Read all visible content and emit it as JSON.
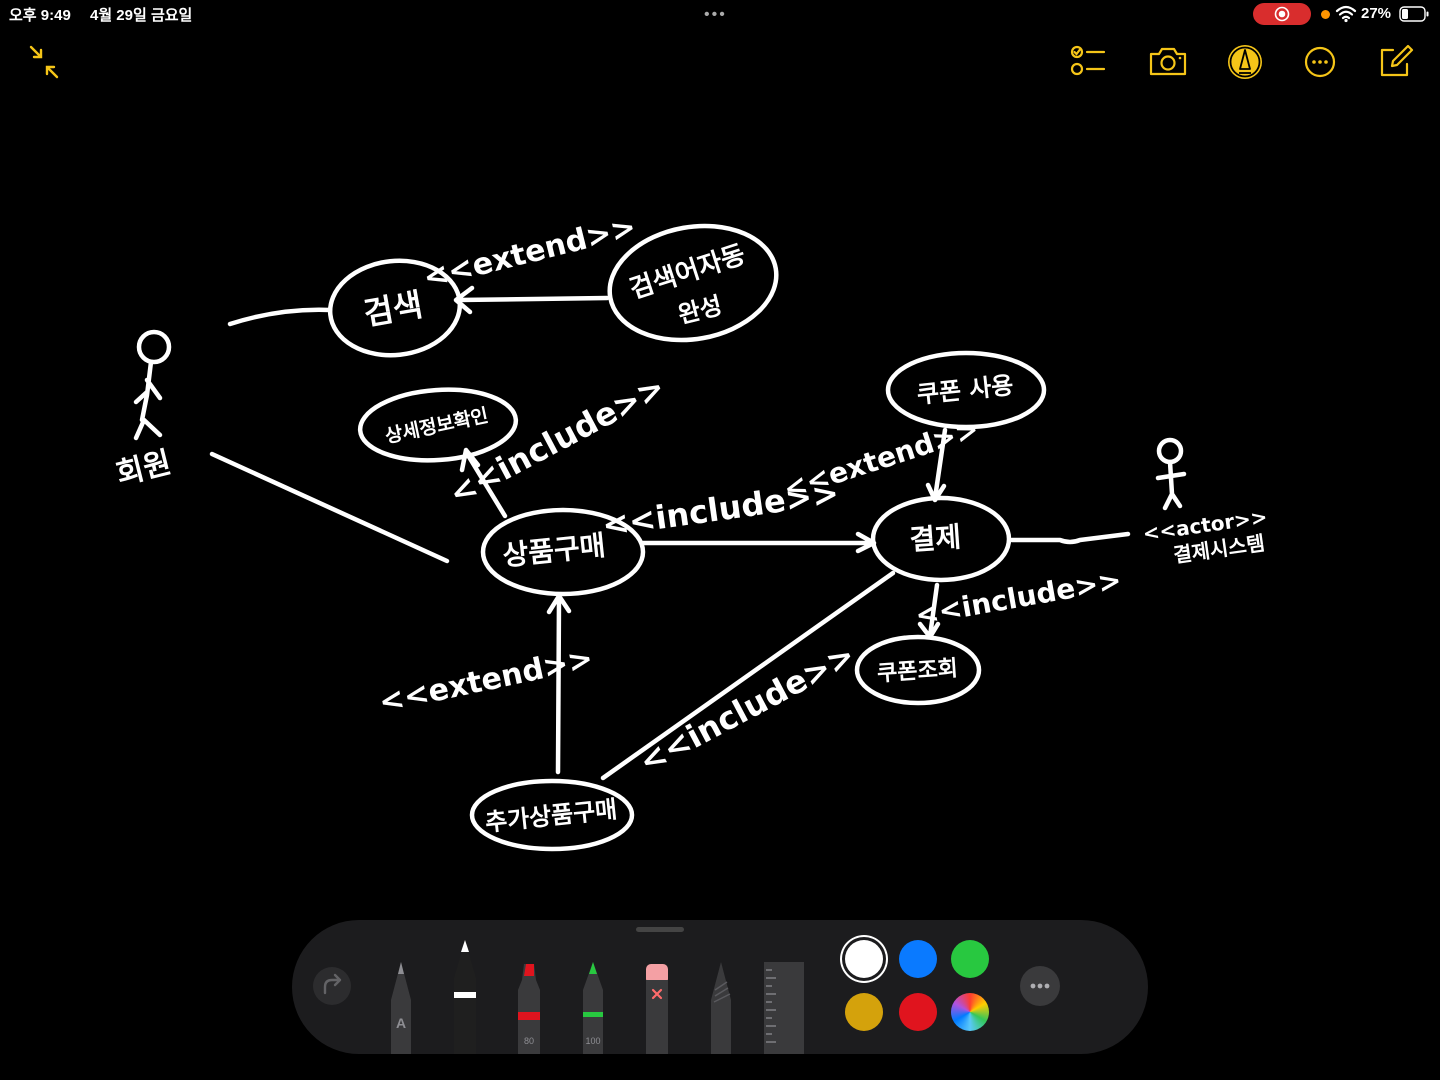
{
  "status_bar": {
    "time": "오후 9:49",
    "date": "4월 29일 금요일",
    "battery": "27%"
  },
  "diagram": {
    "actors": [
      {
        "id": "member",
        "label": "회원"
      },
      {
        "id": "system",
        "label": "<<actor>>",
        "sub": "결제시스템"
      }
    ],
    "usecases": [
      {
        "id": "search",
        "label": "검색"
      },
      {
        "id": "keyword",
        "label": "검색어자동",
        "sub": "완성"
      },
      {
        "id": "coupon_use",
        "label": "쿠폰 사용"
      },
      {
        "id": "detail",
        "label": "상세정보확인"
      },
      {
        "id": "purchase",
        "label": "상품구매"
      },
      {
        "id": "payment",
        "label": "결제"
      },
      {
        "id": "coupon_check",
        "label": "쿠폰조회"
      },
      {
        "id": "extra_purchase",
        "label": "추가상품구매"
      }
    ],
    "stereotypes": {
      "extend_keyword": "<<extend>>",
      "include_detail": "<<include>>",
      "include_payment": "<<include>>",
      "extend_coupon": "<<extend>>",
      "include_coupon_check": "<<include>>",
      "extend_extra": "<<extend>>",
      "include_extra": "<<include>>"
    }
  },
  "toolbar": {
    "pencil_label": "A",
    "marker_width": "80",
    "pen_width": "100",
    "colors": {
      "white": "#ffffff",
      "blue": "#0a7aff",
      "green": "#28c840",
      "yellow": "#d4a20c",
      "red": "#e0141e",
      "accent": "#f5c518"
    }
  }
}
